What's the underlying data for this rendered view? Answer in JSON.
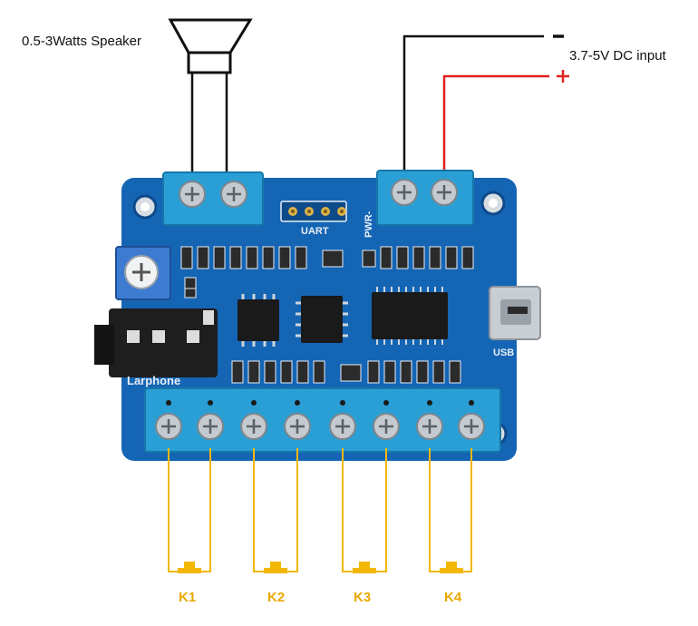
{
  "labels": {
    "speaker": "0.5-3Watts Speaker",
    "dc_input": "3.7-5V DC input",
    "minus_sign": "-",
    "plus_sign": "+",
    "uart": "UART",
    "pwr": "PWR-",
    "usb": "USB",
    "earphone": "Larphone"
  },
  "keys": [
    {
      "label": "K1"
    },
    {
      "label": "K2"
    },
    {
      "label": "K3"
    },
    {
      "label": "K4"
    }
  ],
  "colors": {
    "board": "#1565b5",
    "terminal_block": "#2a9fd6",
    "negative_wire": "#111111",
    "positive_wire": "#e02020",
    "key_wire": "#f2b705",
    "key_label": "#e8a800"
  }
}
